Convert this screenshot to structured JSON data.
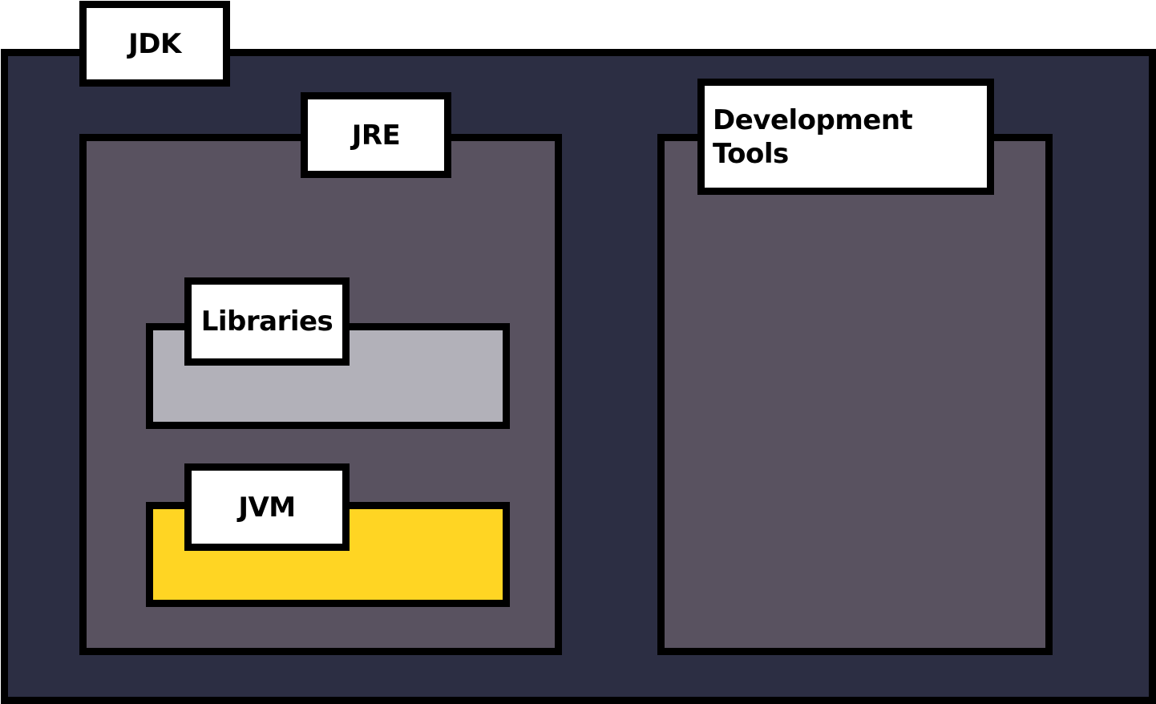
{
  "colors": {
    "jdk": "#2c2e43",
    "jre": "#595260",
    "dev_tools": "#595260",
    "libraries": "#b2b1b9",
    "jvm": "#ffd523"
  },
  "jdk": {
    "label": "JDK"
  },
  "jre": {
    "label": "JRE"
  },
  "dev_tools": {
    "label": "Development\nTools"
  },
  "libraries": {
    "label": "Libraries"
  },
  "jvm": {
    "label": "JVM"
  }
}
